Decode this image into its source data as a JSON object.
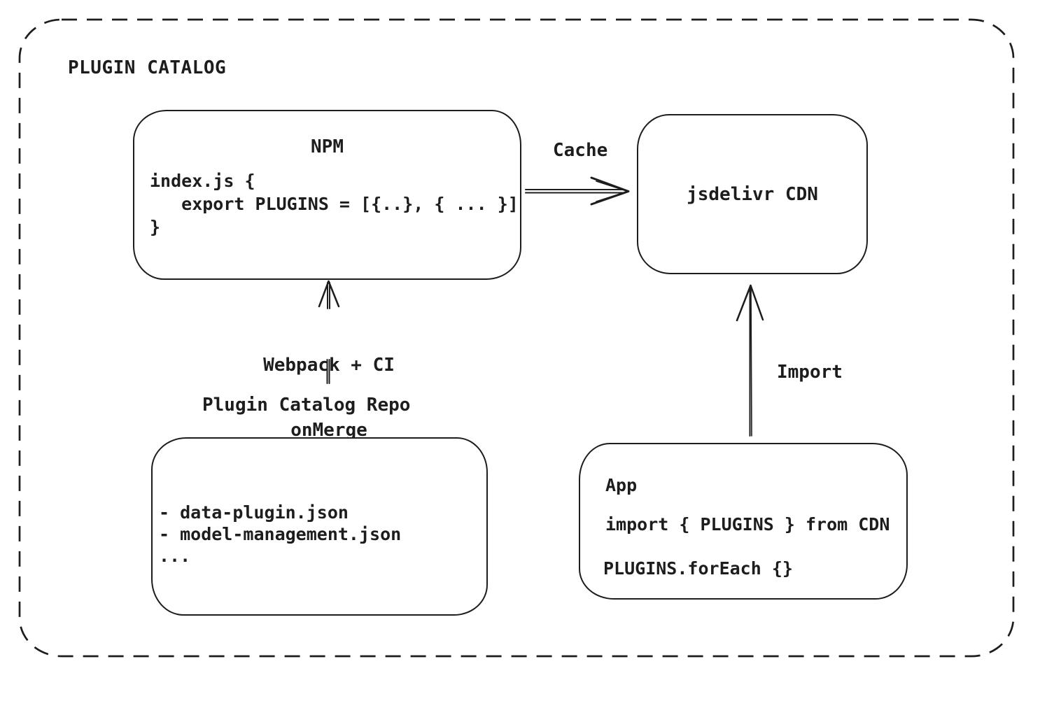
{
  "title": "PLUGIN CATALOG",
  "colors": {
    "stroke": "#1d1d1d",
    "background": "#ffffff"
  },
  "nodes": {
    "npm": {
      "title": "NPM",
      "code_lines": [
        "index.js {",
        "   export PLUGINS = [{..}, { ... }]",
        "}"
      ]
    },
    "cdn": {
      "label": "jsdelivr CDN"
    },
    "repo": {
      "label": "Plugin Catalog Repo",
      "items": [
        "- data-plugin.json",
        "- model-management.json",
        "..."
      ]
    },
    "app": {
      "title": "App",
      "code_lines": [
        "import { PLUGINS } from CDN",
        "PLUGINS.forEach {}"
      ]
    }
  },
  "edges": {
    "cache": {
      "label": "Cache",
      "from": "npm",
      "to": "cdn"
    },
    "build": {
      "label_lines": [
        "Webpack + CI",
        "onMerge"
      ],
      "from": "repo",
      "to": "npm"
    },
    "import": {
      "label": "Import",
      "from": "app",
      "to": "cdn"
    }
  }
}
